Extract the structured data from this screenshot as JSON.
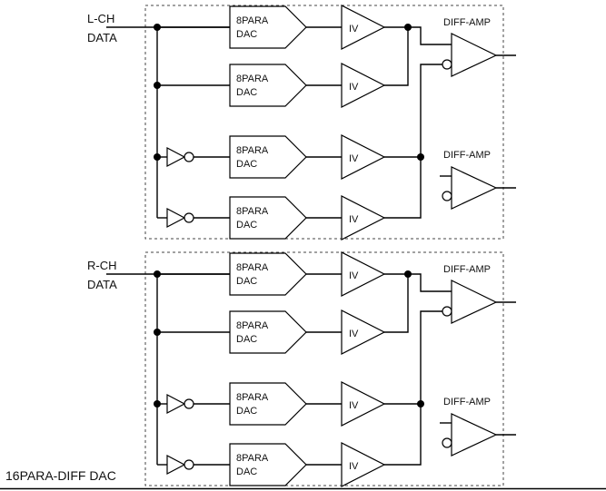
{
  "diagram": {
    "title": "16PARA-DIFF DAC",
    "channels": [
      {
        "input_line1": "L-CH",
        "input_line2": "DATA",
        "dac_label_line1": "8PARA",
        "dac_label_line2": "DAC",
        "iv_label": "IV",
        "amp_labels": [
          "DIFF-AMP",
          "DIFF-AMP"
        ]
      },
      {
        "input_line1": "R-CH",
        "input_line2": "DATA",
        "dac_label_line1": "8PARA",
        "dac_label_line2": "DAC",
        "iv_label": "IV",
        "amp_labels": [
          "DIFF-AMP",
          "DIFF-AMP"
        ]
      }
    ]
  }
}
